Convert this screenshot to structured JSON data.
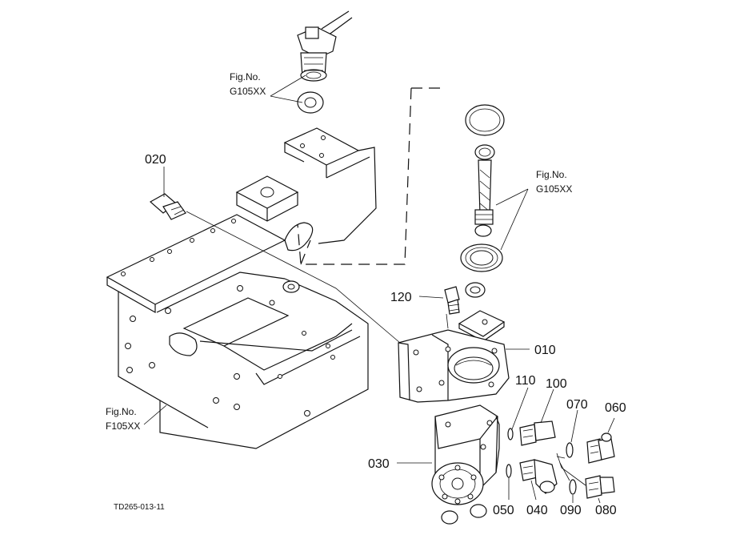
{
  "drawing_code": "TD265-013-11",
  "parts": [
    {
      "id": "010"
    },
    {
      "id": "020"
    },
    {
      "id": "030"
    },
    {
      "id": "040"
    },
    {
      "id": "050"
    },
    {
      "id": "060"
    },
    {
      "id": "070"
    },
    {
      "id": "080"
    },
    {
      "id": "090"
    },
    {
      "id": "100"
    },
    {
      "id": "110"
    },
    {
      "id": "120"
    }
  ],
  "figure_refs": [
    {
      "line1": "Fig.No.",
      "line2": "G105XX"
    },
    {
      "line1": "Fig.No.",
      "line2": "G105XX"
    },
    {
      "line1": "Fig.No.",
      "line2": "F105XX"
    }
  ]
}
